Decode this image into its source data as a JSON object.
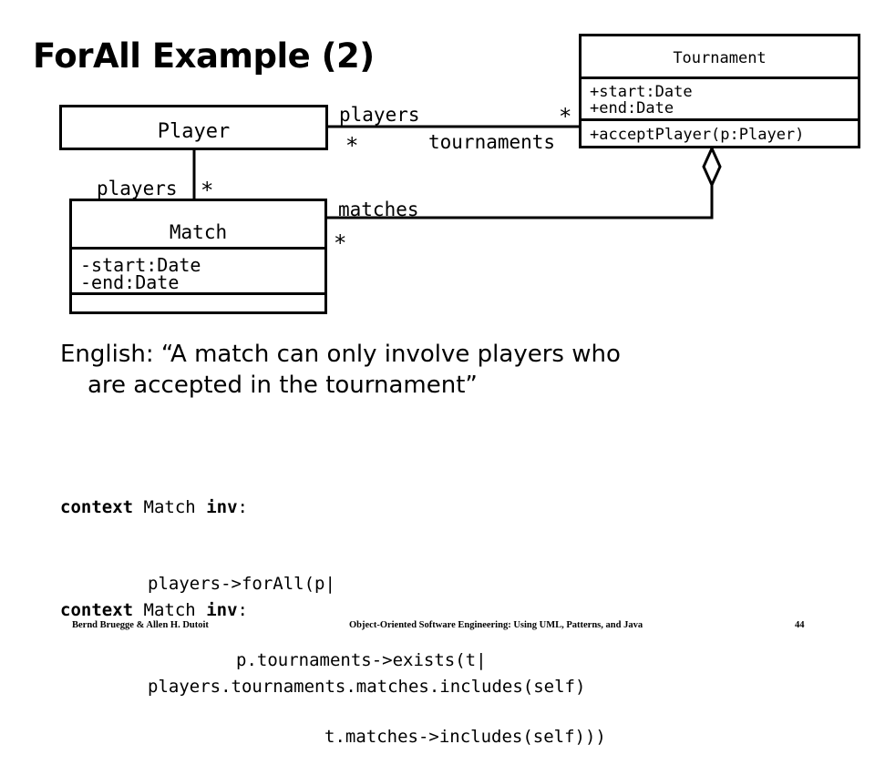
{
  "title": "ForAll Example  (2)",
  "diagram": {
    "tournament": {
      "name": "Tournament",
      "attributes": [
        "+start:Date",
        "+end:Date"
      ],
      "operations": [
        "+acceptPlayer(p:Player)"
      ]
    },
    "player": {
      "name": "Player"
    },
    "match": {
      "name": "Match",
      "attributes": [
        "-start:Date",
        "-end:Date"
      ]
    },
    "roles": {
      "players_top": "players",
      "tournaments": "tournaments",
      "players_left": "players",
      "matches": "matches"
    },
    "multiplicities": {
      "tournament_players": "*",
      "player_tournaments": "*",
      "match_players": "*",
      "tournament_matches": "*"
    }
  },
  "english": {
    "line1": "English: “A match can only involve players who",
    "line2": "are accepted in the tournament”"
  },
  "ocl1": {
    "kw_context": "context",
    "type": "Match",
    "kw_inv": "inv",
    "colon": ":",
    "line2": "players->forAll(p|",
    "line3": "p.tournaments->exists(t|",
    "line4": "t.matches->includes(self)))"
  },
  "ocl2": {
    "kw_context": "context",
    "type": "Match",
    "kw_inv": "inv",
    "colon": ":",
    "line2": "players.tournaments.matches.includes(self)"
  },
  "footer": {
    "authors": "Bernd Bruegge & Allen H. Dutoit",
    "book": "Object-Oriented Software Engineering: Using UML, Patterns, and Java",
    "page": "44"
  }
}
